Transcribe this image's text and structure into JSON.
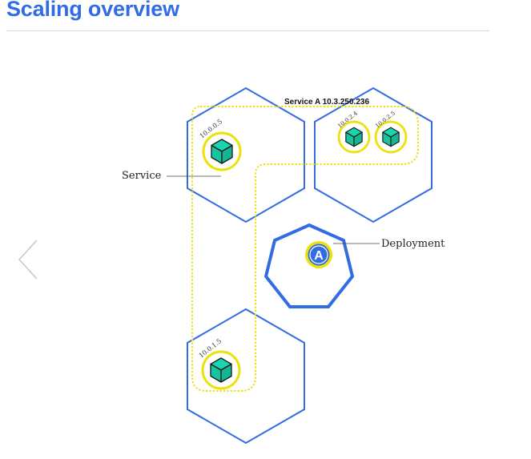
{
  "header": {
    "title": "Scaling overview"
  },
  "navigation": {
    "prev_icon": "chevron-left-icon"
  },
  "diagram": {
    "service_label": "Service",
    "service_title": "Service A 10.3.250.236",
    "deployment_label": "Deployment",
    "deployment_letter": "A",
    "pods": [
      {
        "ip": "10.0.0.5"
      },
      {
        "ip": "10.0.2.4"
      },
      {
        "ip": "10.0.2.5"
      },
      {
        "ip": "10.0.1.5"
      }
    ],
    "colors": {
      "node_stroke": "#326ce5",
      "service_line": "#ede10a",
      "pod_ring": "#ede10a",
      "pod_cube": "#1ad6b0",
      "deployment_fill": "#326ce5",
      "title": "#326ce5"
    }
  }
}
